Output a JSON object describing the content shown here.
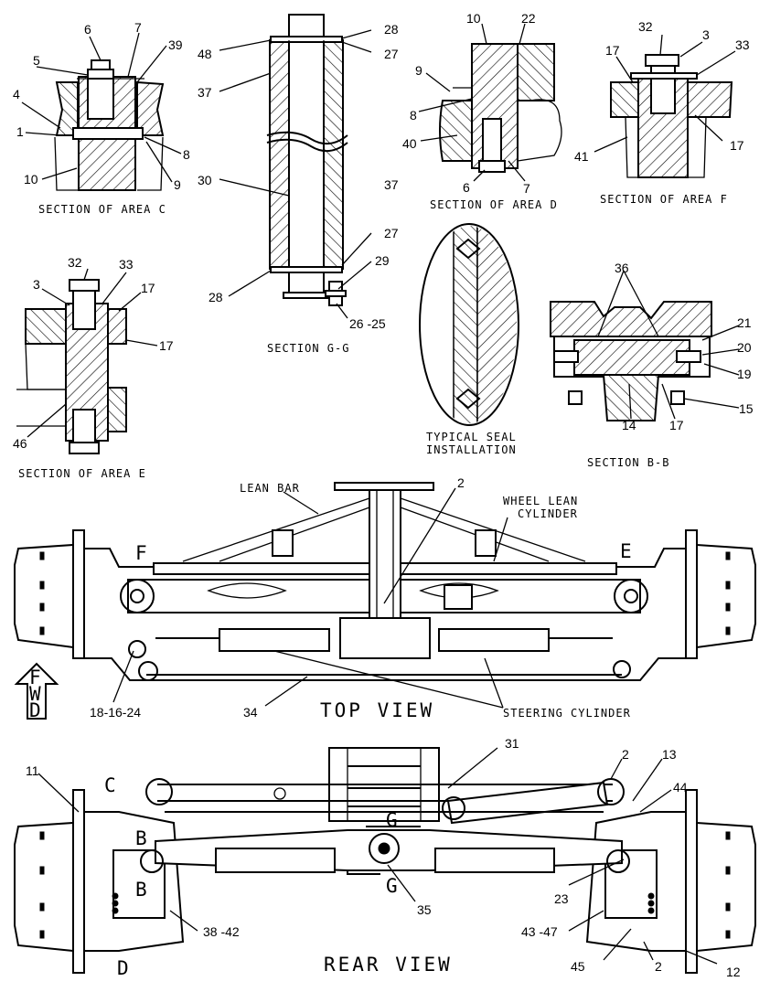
{
  "sections": {
    "area_c": {
      "caption": "SECTION OF AREA C",
      "callouts": [
        "6",
        "7",
        "5",
        "39",
        "4",
        "1",
        "8",
        "10",
        "9"
      ]
    },
    "g_g": {
      "caption": "SECTION G-G",
      "callouts": [
        "48",
        "28",
        "27",
        "37",
        "30",
        "37",
        "27",
        "28",
        "29",
        "26 -25"
      ]
    },
    "area_d": {
      "caption": "SECTION OF AREA D",
      "callouts": [
        "10",
        "22",
        "9",
        "8",
        "40",
        "6",
        "7"
      ]
    },
    "area_f": {
      "caption": "SECTION OF AREA F",
      "callouts": [
        "32",
        "3",
        "17",
        "33",
        "41",
        "17"
      ]
    },
    "area_e": {
      "caption": "SECTION OF AREA E",
      "callouts": [
        "32",
        "33",
        "3",
        "17",
        "17",
        "46"
      ]
    },
    "seal": {
      "caption_line1": "TYPICAL SEAL",
      "caption_line2": "INSTALLATION"
    },
    "b_b": {
      "caption": "SECTION B-B",
      "callouts": [
        "36",
        "21",
        "20",
        "19",
        "15",
        "14",
        "17"
      ]
    }
  },
  "top_view": {
    "title": "TOP VIEW",
    "labels": {
      "lean_bar": "LEAN BAR",
      "wheel_lean_line1": "WHEEL LEAN",
      "wheel_lean_line2": "CYLINDER",
      "steering": "STEERING CYLINDER",
      "fwd": [
        "F",
        "W",
        "D"
      ],
      "area_f": "F",
      "area_e": "E"
    },
    "callouts": [
      "2",
      "18-16-24",
      "34"
    ]
  },
  "rear_view": {
    "title": "REAR VIEW",
    "labels": {
      "c": "C",
      "d": "D",
      "b1": "B",
      "b2": "B",
      "g1": "G",
      "g2": "G"
    },
    "callouts": [
      "11",
      "31",
      "2",
      "13",
      "44",
      "23",
      "35",
      "38 -42",
      "43 -47",
      "45",
      "2",
      "12"
    ]
  }
}
